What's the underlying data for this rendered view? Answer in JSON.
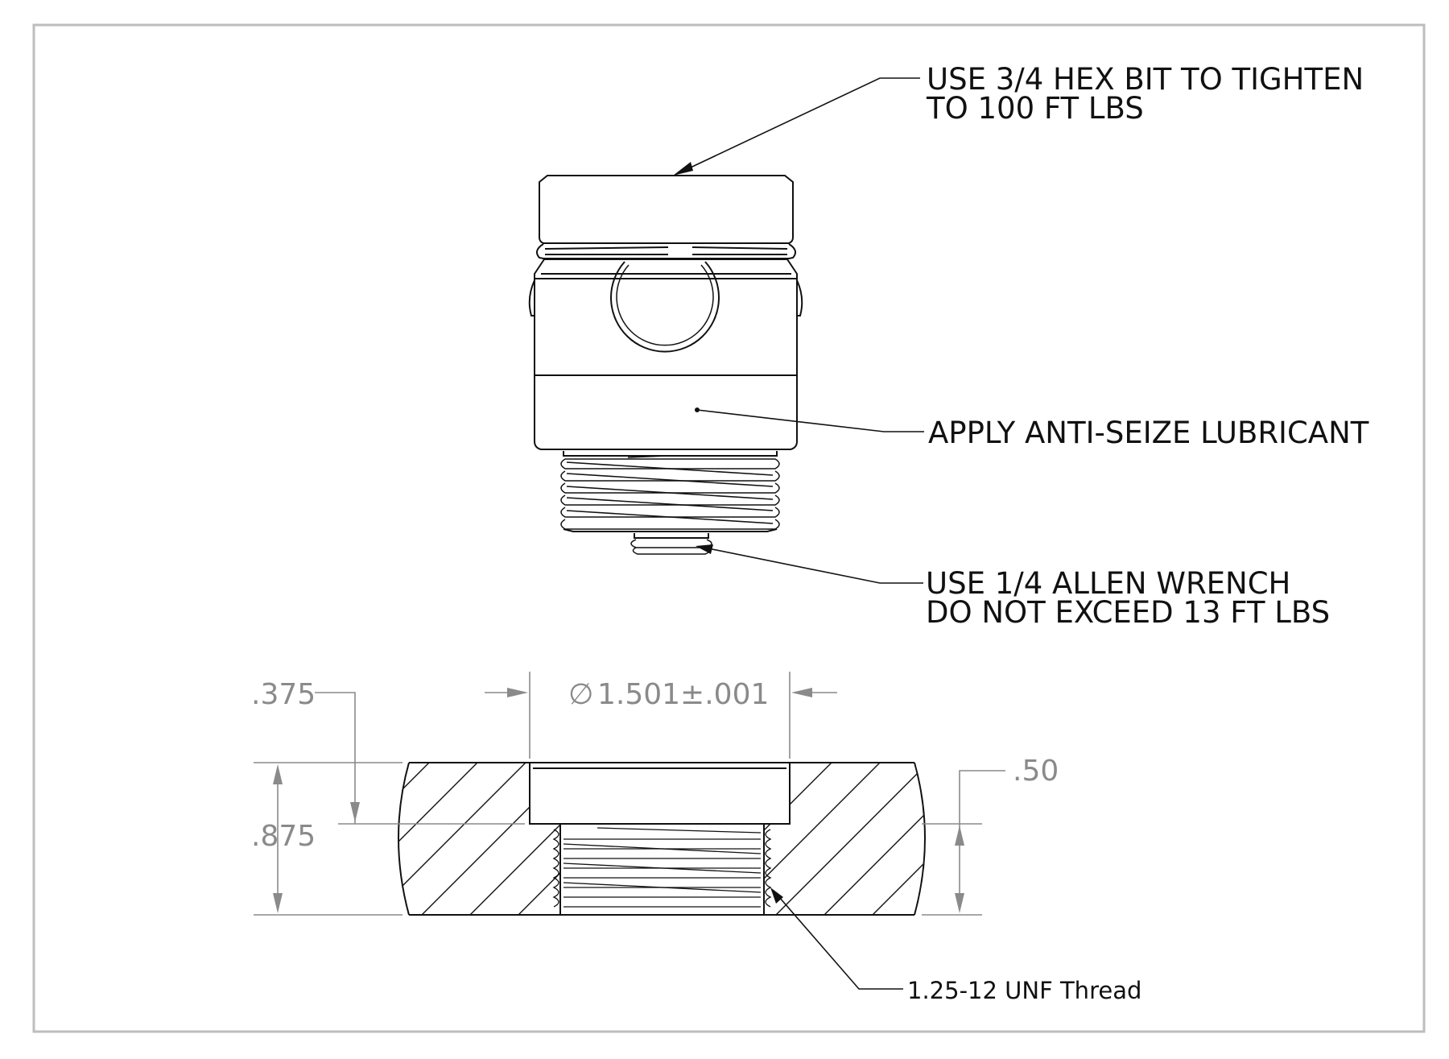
{
  "notes": {
    "hex_bit_line1": "USE 3/4 HEX BIT TO TIGHTEN",
    "hex_bit_line2": "TO 100 FT LBS",
    "anti_seize": "APPLY ANTI-SEIZE LUBRICANT",
    "allen_line1": "USE 1/4 ALLEN WRENCH",
    "allen_line2": "DO NOT EXCEED 13 FT LBS",
    "thread_callout": "1.25-12 UNF Thread"
  },
  "dimensions": {
    "counterbore_depth": ".375",
    "total_height": ".875",
    "thread_depth": ".50",
    "bore_diameter_symbol": "∅",
    "bore_diameter": "1.501±.001"
  },
  "colors": {
    "line": "#111111",
    "dimension": "#8a8a8a",
    "border": "#bdbdbd"
  }
}
